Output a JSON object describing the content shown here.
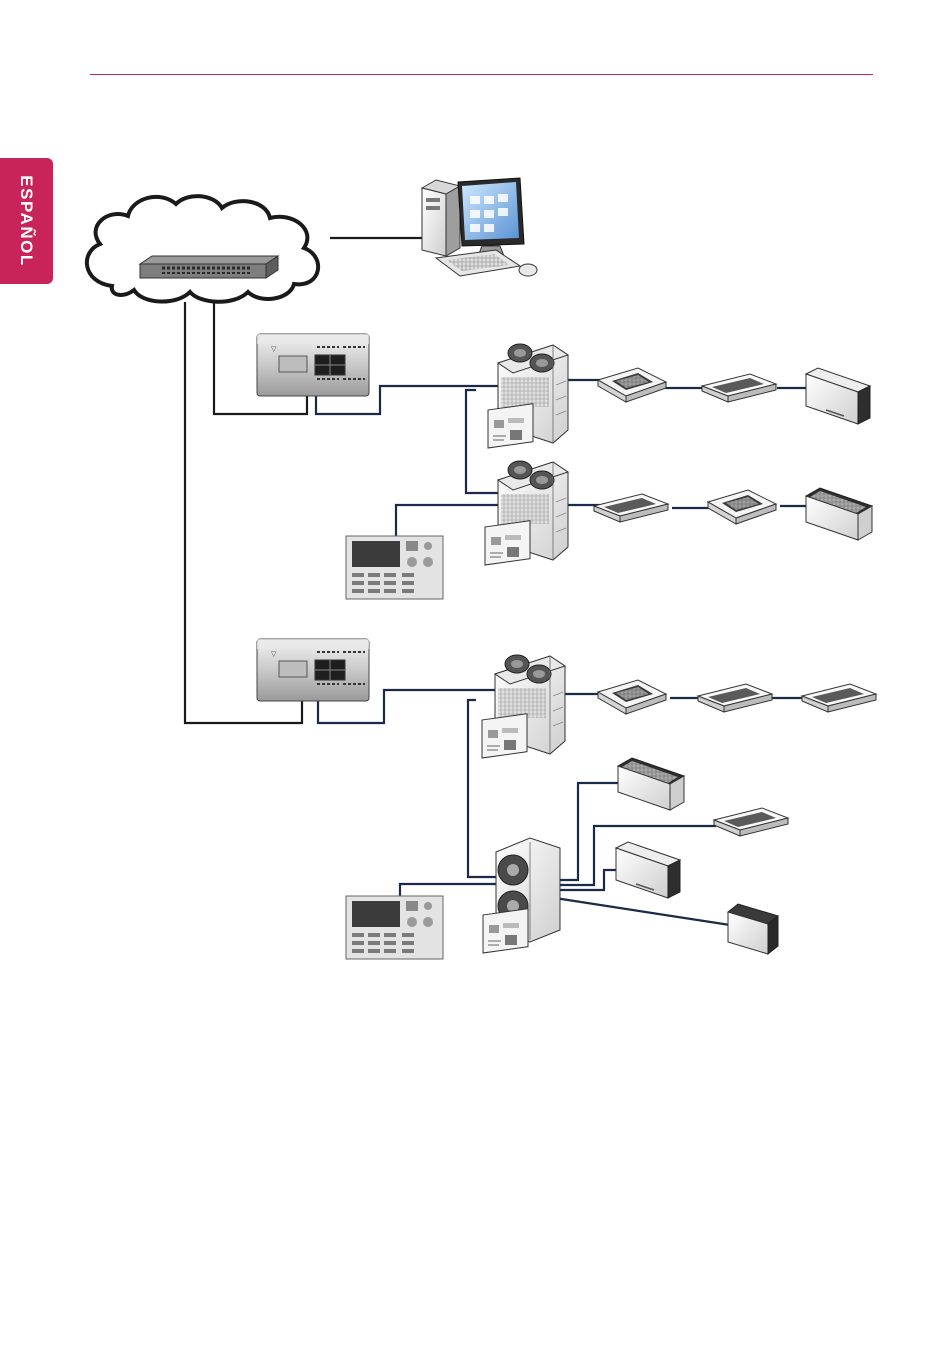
{
  "header": {
    "language_tab": "ESPAÑOL",
    "accent_color": "#c8245a"
  },
  "diagram": {
    "wire_color": "#1a1a1a",
    "signal_color": "#1c2a4a",
    "devices": {
      "network": [
        "network-cloud",
        "network-switch",
        "pc-workstation"
      ],
      "gateways": [
        "gateway-module-1",
        "gateway-module-2"
      ],
      "controllers": [
        "central-controller-1",
        "central-controller-2"
      ],
      "outdoor_units": [
        "outdoor-unit-1",
        "outdoor-unit-2",
        "outdoor-unit-3",
        "outdoor-unit-4"
      ],
      "indoor_units": [
        "cassette-unit",
        "ceiling-unit",
        "wall-mounted-unit",
        "floor-standing-unit",
        "fan-coil-unit"
      ]
    }
  }
}
